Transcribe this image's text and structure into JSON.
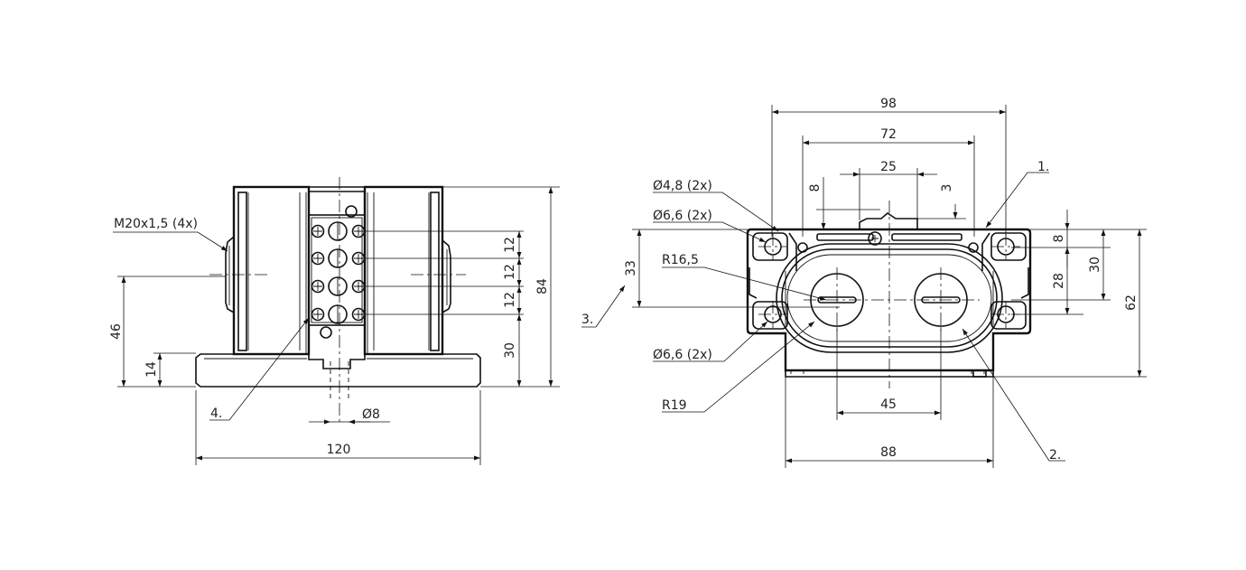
{
  "front_view": {
    "thread_callout": "M20x1,5 (4x)",
    "dim_46": "46",
    "dim_14": "14",
    "dim_12_a": "12",
    "dim_12_b": "12",
    "dim_12_c": "12",
    "dim_30": "30",
    "dim_84": "84",
    "dim_dia8": "Ø8",
    "dim_120": "120",
    "item_4": "4."
  },
  "top_view": {
    "dim_98": "98",
    "dim_72": "72",
    "dim_25": "25",
    "dim_8_left": "8",
    "dim_3": "3",
    "dia48": "Ø4,8 (2x)",
    "dia66_top": "Ø6,6 (2x)",
    "r165": "R16,5",
    "dim_33": "33",
    "item_3": "3.",
    "dia66_bottom": "Ø6,6 (2x)",
    "r19": "R19",
    "dim_45": "45",
    "dim_88": "88",
    "item_1": "1.",
    "item_2": "2.",
    "dim_8_right": "8",
    "dim_28": "28",
    "dim_30": "30",
    "dim_62": "62"
  }
}
